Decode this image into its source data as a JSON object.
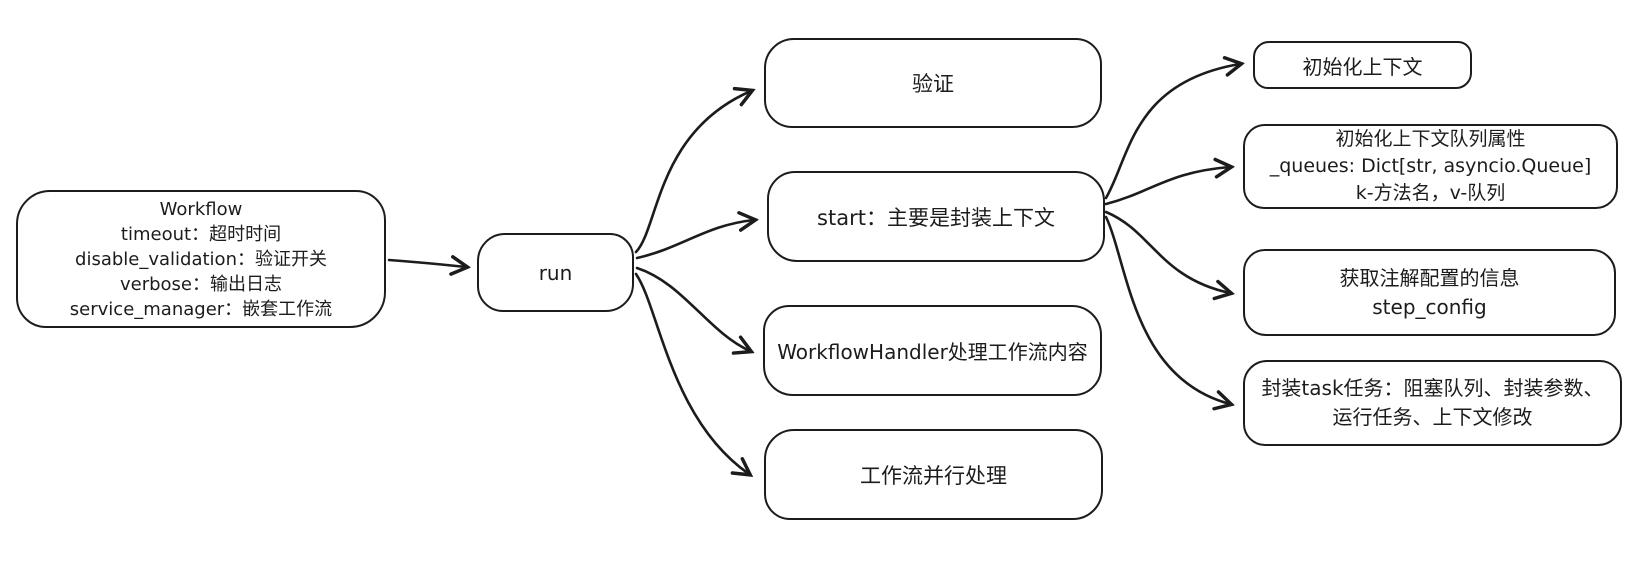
{
  "diagram": {
    "background_color": "#ffffff",
    "stroke_color": "#1c1c1c",
    "nodes": {
      "workflow": {
        "lines": [
          "Workflow",
          "timeout：超时时间",
          "disable_validation：验证开关",
          "verbose：输出日志",
          "service_manager：嵌套工作流"
        ]
      },
      "run": {
        "lines": [
          "run"
        ]
      },
      "validate": {
        "lines": [
          "验证"
        ]
      },
      "start": {
        "lines": [
          "start：主要是封装上下文"
        ]
      },
      "handler": {
        "lines": [
          "WorkflowHandler处理工作流内容"
        ]
      },
      "parallel": {
        "lines": [
          "工作流并行处理"
        ]
      },
      "init_context": {
        "lines": [
          "初始化上下文"
        ]
      },
      "init_queues": {
        "lines": [
          "初始化上下文队列属性",
          "_queues: Dict[str, asyncio.Queue]",
          "k-方法名，v-队列"
        ]
      },
      "step_config": {
        "lines": [
          "获取注解配置的信息",
          "step_config"
        ]
      },
      "wrap_task": {
        "lines": [
          "封装task任务：阻塞队列、封装参数、",
          "运行任务、上下文修改"
        ]
      }
    },
    "edges": [
      {
        "from": "workflow",
        "to": "run"
      },
      {
        "from": "run",
        "to": "validate"
      },
      {
        "from": "run",
        "to": "start"
      },
      {
        "from": "run",
        "to": "handler"
      },
      {
        "from": "run",
        "to": "parallel"
      },
      {
        "from": "start",
        "to": "init_context"
      },
      {
        "from": "start",
        "to": "init_queues"
      },
      {
        "from": "start",
        "to": "step_config"
      },
      {
        "from": "start",
        "to": "wrap_task"
      }
    ]
  }
}
